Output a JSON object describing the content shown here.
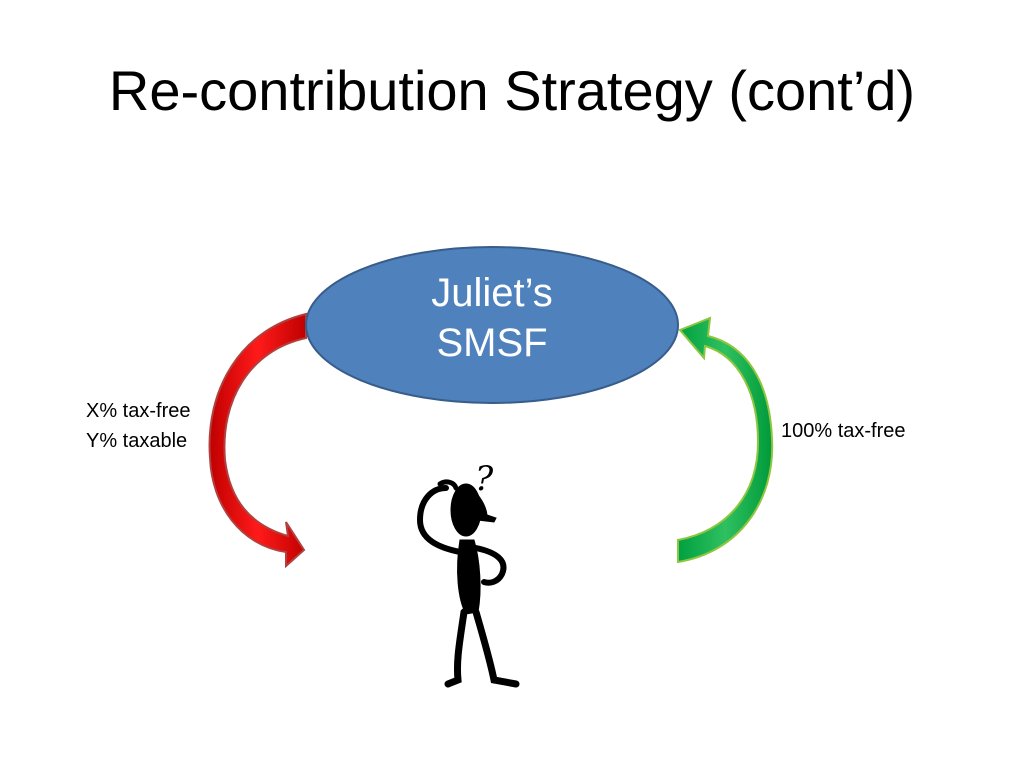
{
  "slide": {
    "title": "Re-contribution Strategy (cont’d)"
  },
  "nodes": {
    "smsf": {
      "line1": "Juliet’s",
      "line2": "SMSF",
      "fill": "#4f81bd",
      "border": "#385d8a"
    }
  },
  "flows": {
    "outflow": {
      "line1": "X% tax-free",
      "line2": "Y% taxable",
      "color": "#ff0000"
    },
    "inflow": {
      "line1": "100% tax-free",
      "color": "#00b050"
    }
  },
  "figure": {
    "thought_mark": "?",
    "icon": "confused-person-icon"
  }
}
